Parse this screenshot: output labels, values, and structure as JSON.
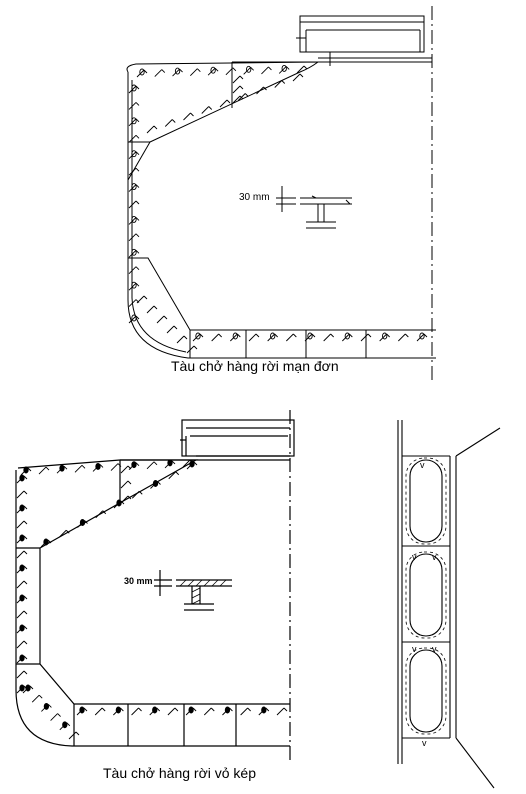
{
  "captions": {
    "single_hull": "Tàu chở hàng rời mạn đơn",
    "double_hull": "Tàu chở hàng rời vỏ kép"
  },
  "dimensions": {
    "top_gap": "30 mm",
    "bottom_gap": "30 mm"
  },
  "weld_marks": {
    "side_v": "v"
  }
}
